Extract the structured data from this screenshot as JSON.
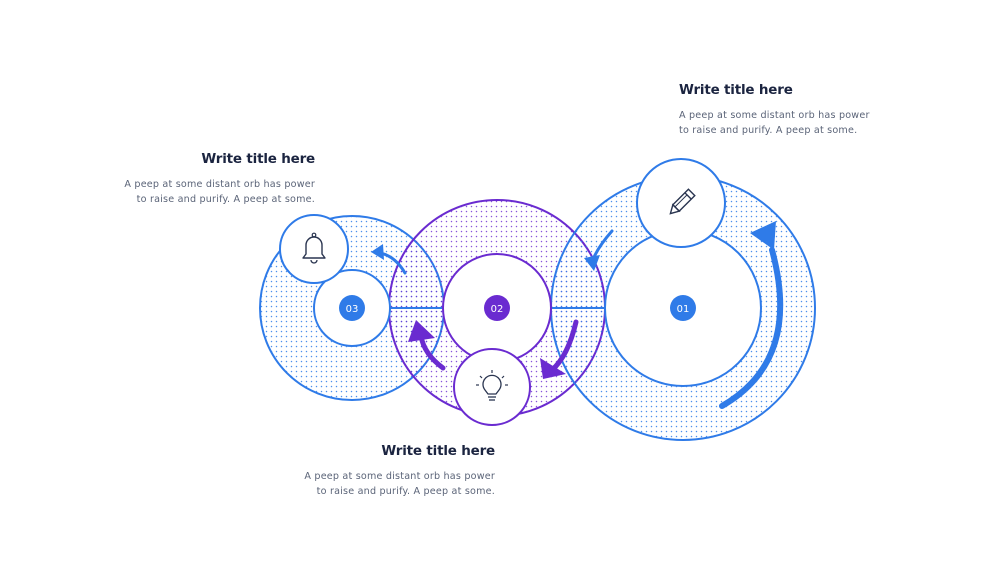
{
  "colors": {
    "blue": "#2f7be8",
    "purple": "#6a2bd0",
    "dot_blue": "#2f7be8",
    "dot_purple": "#6a2bd0",
    "title": "#1b2440",
    "body": "#5b6478"
  },
  "steps": [
    {
      "number": "01",
      "icon": "pencil-icon",
      "title": "Write title here",
      "text_line1": "A peep at some distant orb has power",
      "text_line2": "to raise and purify. A peep at some."
    },
    {
      "number": "02",
      "icon": "lightbulb-icon",
      "title": "Write title here",
      "text_line1": "A peep at some distant orb has power",
      "text_line2": "to raise and purify. A peep at some."
    },
    {
      "number": "03",
      "icon": "bell-icon",
      "title": "Write title here",
      "text_line1": "A peep at some distant orb has power",
      "text_line2": "to raise and purify. A peep at some."
    }
  ]
}
